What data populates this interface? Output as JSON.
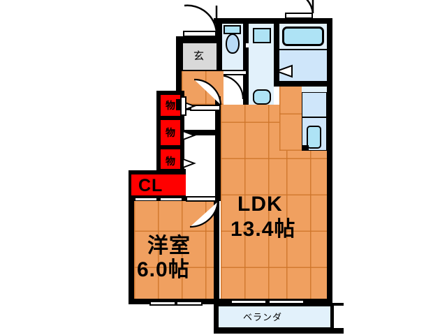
{
  "document": {
    "type": "floor-plan",
    "title": "間取図",
    "background_color": "#ffffff",
    "wall_color": "#000000",
    "floor_color": "#f0a060",
    "closet_color": "#ff0000",
    "water_color": "#cfe6fa",
    "entrance_color": "#d9d9d9"
  },
  "rooms": [
    {
      "id": "ldk",
      "name_line1": "LDK",
      "name_line2": "13.4帖"
    },
    {
      "id": "washitsu",
      "name_line1": "洋室",
      "name_line2": "6.0帖"
    }
  ],
  "labels": {
    "ldk_name": "LDK",
    "ldk_size": "13.4帖",
    "room_name": "洋室",
    "room_size": "6.0帖",
    "closet": "CL",
    "storage_1": "物",
    "storage_2": "物",
    "storage_3": "物",
    "entrance": "玄",
    "veranda": "ベランダ"
  },
  "fixtures": [
    {
      "name": "toilet",
      "label": ""
    },
    {
      "name": "toilet-tank",
      "label": ""
    },
    {
      "name": "bathtub",
      "label": ""
    },
    {
      "name": "bathroom",
      "label": ""
    },
    {
      "name": "vanity-mirror",
      "label": ""
    },
    {
      "name": "wash-basin",
      "label": ""
    },
    {
      "name": "kitchen-sink",
      "label": ""
    },
    {
      "name": "kitchen-counter",
      "label": ""
    }
  ],
  "openings": {
    "entrance_door": "hinged-door",
    "bath_door": "hinged-door",
    "hall_door": "hinged-door",
    "bedroom_door": "hinged-door",
    "balcony_window": "sliding-window",
    "bedroom_window": "sliding-window",
    "closet_doors": "folding-door",
    "storage_doors": "folding-door"
  }
}
